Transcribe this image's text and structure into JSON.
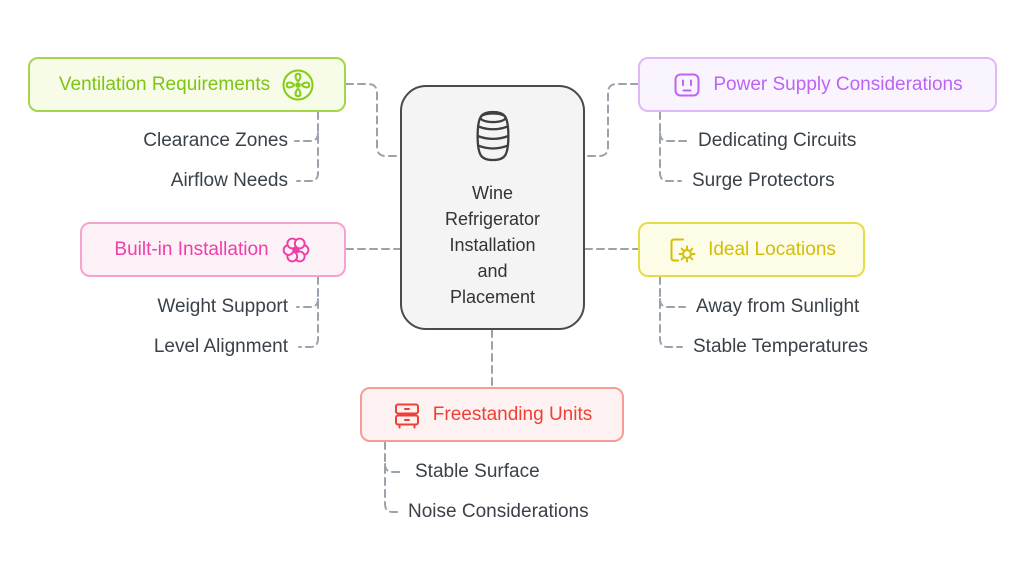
{
  "center": {
    "title": "Wine\nRefrigerator\nInstallation\nand\nPlacement"
  },
  "branches": {
    "ventilation": {
      "label": "Ventilation Requirements",
      "color": "#7ec414",
      "icon": "fan-icon",
      "children": [
        "Clearance Zones",
        "Airflow Needs"
      ]
    },
    "power": {
      "label": "Power Supply Considerations",
      "color": "#bd63f5",
      "icon": "power-outlet-icon",
      "children": [
        "Dedicating Circuits",
        "Surge Protectors"
      ]
    },
    "builtin": {
      "label": "Built-in Installation",
      "color": "#ee3ea8",
      "icon": "flower-gear-icon",
      "children": [
        "Weight Support",
        "Level Alignment"
      ]
    },
    "ideal": {
      "label": "Ideal Locations",
      "color": "#d2be06",
      "icon": "sun-location-icon",
      "children": [
        "Away from Sunlight",
        "Stable Temperatures"
      ]
    },
    "freestanding": {
      "label": "Freestanding Units",
      "color": "#ee4037",
      "icon": "drawer-cabinet-icon",
      "children": [
        "Stable Surface",
        "Noise Considerations"
      ]
    }
  },
  "connector_color": "#9aa2ac"
}
